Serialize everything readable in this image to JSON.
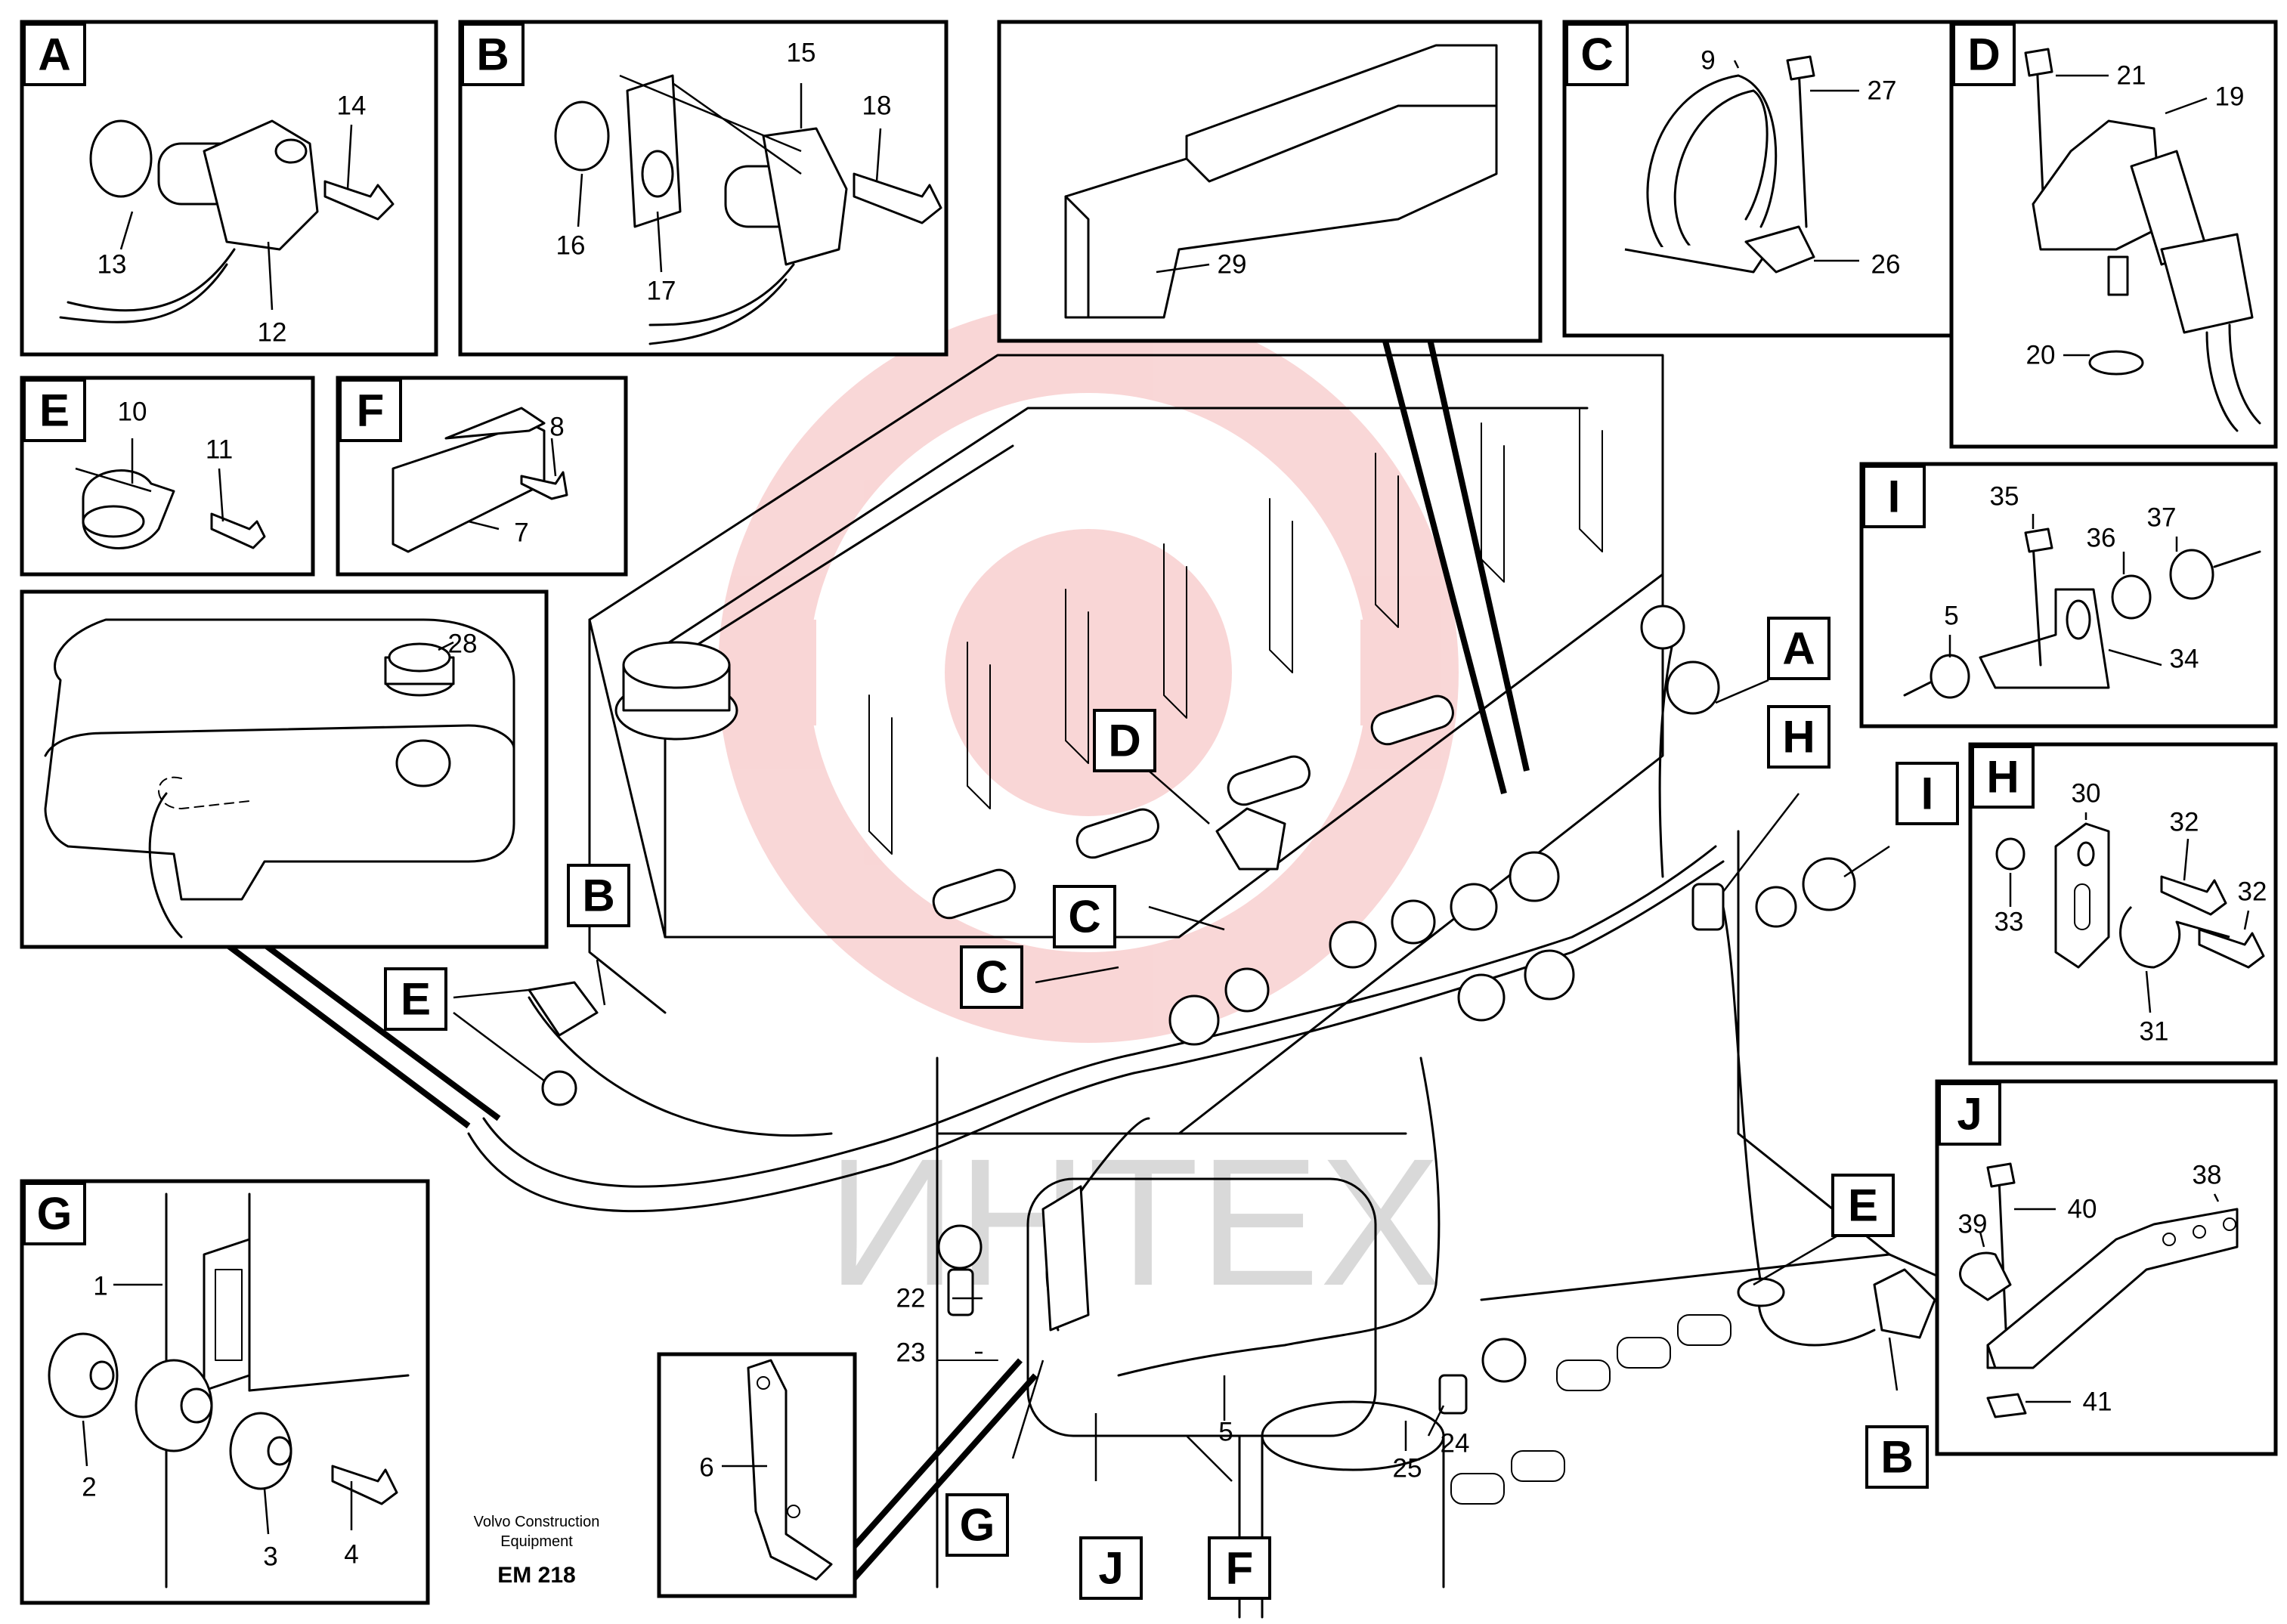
{
  "watermark": {
    "text": "ИНТЕХ",
    "gear_color": "#f2a6a6",
    "text_color": "#b5b5b5"
  },
  "footer": {
    "line1": "Volvo Construction",
    "line2": "Equipment",
    "code": "EM 218"
  },
  "inset_letters": {
    "A": "A",
    "B": "B",
    "C": "C",
    "D": "D",
    "E": "E",
    "F": "F",
    "G": "G",
    "H": "H",
    "I": "I",
    "J": "J"
  },
  "numbers": {
    "n1": "1",
    "n2": "2",
    "n3": "3",
    "n4": "4",
    "n5": "5",
    "n6": "6",
    "n7": "7",
    "n8": "8",
    "n9": "9",
    "n10": "10",
    "n11": "11",
    "n12": "12",
    "n13": "13",
    "n14": "14",
    "n15": "15",
    "n16": "16",
    "n17": "17",
    "n18": "18",
    "n19": "19",
    "n20": "20",
    "n21": "21",
    "n22": "22",
    "n23": "23",
    "n24": "24",
    "n25": "25",
    "n26": "26",
    "n27": "27",
    "n28": "28",
    "n29": "29",
    "n30": "30",
    "n31": "31",
    "n32": "32",
    "n33": "33",
    "n34": "34",
    "n35": "35",
    "n36": "36",
    "n37": "37",
    "n38": "38",
    "n39": "39",
    "n40": "40",
    "n41": "41"
  }
}
